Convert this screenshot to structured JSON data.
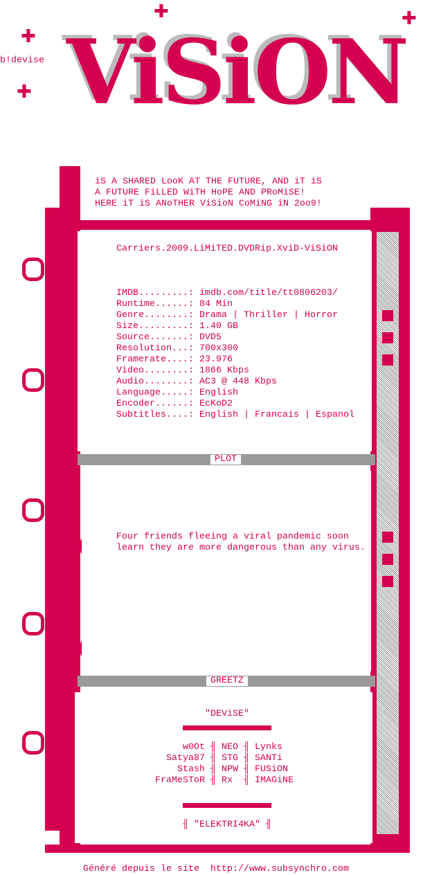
{
  "logo": {
    "text": "ViSiON",
    "tag": "b!devise"
  },
  "intro": [
    "iS A SHARED LooK AT THE FUTURE, AND iT iS",
    "A FUTURE FiLLED WiTH HoPE AND PRoMiSE!",
    "HERE iT iS ANoTHER ViSioN CoMiNG iN 2oo9!"
  ],
  "release": {
    "title": "Carriers.2009.LiMiTED.DVDRip.XviD-ViSiON",
    "info": [
      {
        "key": "IMDB.........:",
        "value": "imdb.com/title/tt0806203/"
      },
      {
        "key": "Runtime......:",
        "value": "84 Min"
      },
      {
        "key": "Genre........:",
        "value": "Drama | Thriller | Horror"
      },
      {
        "key": "Size.........:",
        "value": "1.40 GB"
      },
      {
        "key": "Source.......:",
        "value": "DVD5"
      },
      {
        "key": "Resolution...:",
        "value": "700x300"
      },
      {
        "key": "Framerate....:",
        "value": "23.976"
      },
      {
        "key": "Video........:",
        "value": "1866 Kbps"
      },
      {
        "key": "Audio........:",
        "value": "AC3 @ 448 Kbps"
      },
      {
        "key": "Language.....:",
        "value": "English"
      },
      {
        "key": "Encoder......:",
        "value": "EcKoD2"
      },
      {
        "key": "Subtitles....:",
        "value": "English | Francais | Espanol"
      }
    ]
  },
  "plot": {
    "label": "PLOT",
    "lines": [
      "Four friends fleeing a viral pandemic soon",
      "learn they are more dangerous than any virus."
    ]
  },
  "greetz": {
    "label": "GREETZ",
    "group": "\"DEViSE\"",
    "rows": [
      [
        "w0Ot",
        "NEO",
        "Lynks"
      ],
      [
        "Satya87",
        "STG",
        "SANTi"
      ],
      [
        "Stash",
        "NPW",
        "FUSiON"
      ],
      [
        "FraMeSToR",
        "Rx",
        "IMAGiNE"
      ]
    ],
    "sep": "╢",
    "footer": "╢ \"ELEKTRI4KA\" ╢"
  },
  "footer": "Généré depuis le site  http://www.subsynchro.com"
}
